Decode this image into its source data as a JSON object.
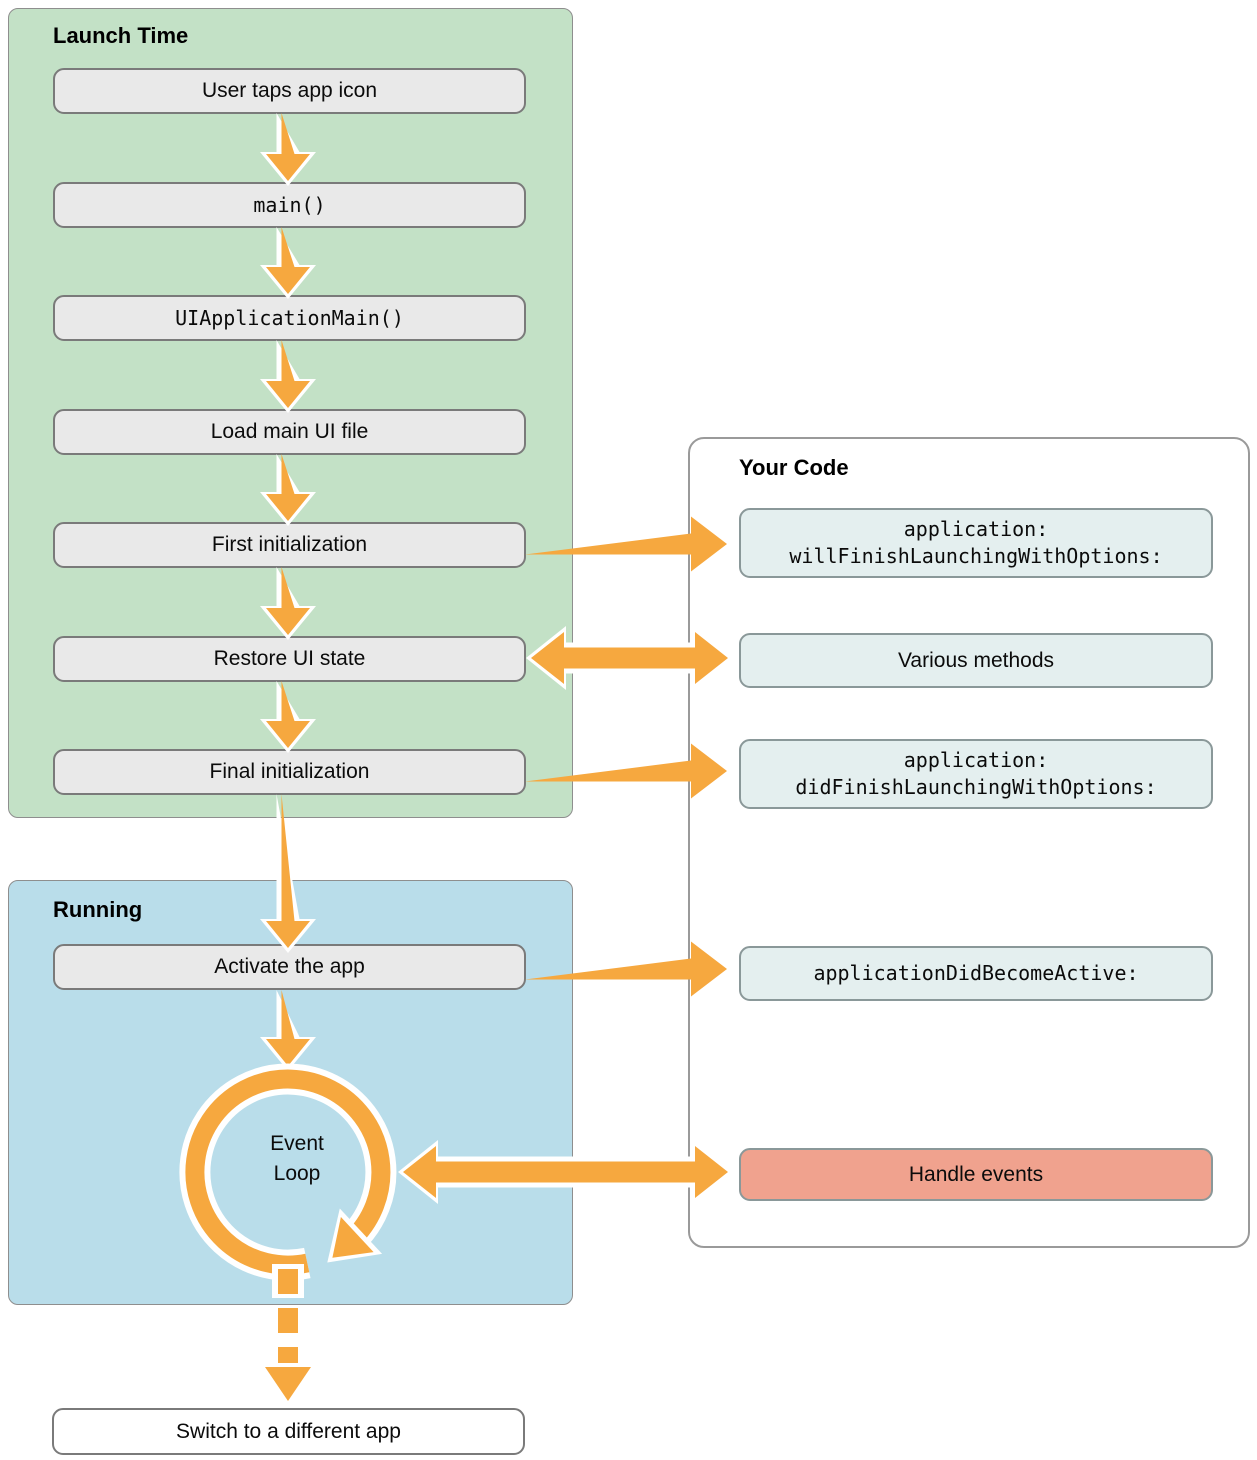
{
  "launch_time": {
    "title": "Launch Time",
    "steps": [
      {
        "label": "User taps app icon",
        "mono": false
      },
      {
        "label": "main()",
        "mono": true
      },
      {
        "label": "UIApplicationMain()",
        "mono": true
      },
      {
        "label": "Load main UI file",
        "mono": false
      },
      {
        "label": "First initialization",
        "mono": false
      },
      {
        "label": "Restore UI state",
        "mono": false
      },
      {
        "label": "Final initialization",
        "mono": false
      }
    ]
  },
  "running": {
    "title": "Running",
    "steps": [
      {
        "label": "Activate the app",
        "mono": false
      }
    ],
    "event_loop": {
      "line1": "Event",
      "line2": "Loop"
    }
  },
  "your_code": {
    "title": "Your Code",
    "methods": [
      {
        "lines": [
          "application:",
          "willFinishLaunchingWithOptions:"
        ],
        "mono": true,
        "style": "callback"
      },
      {
        "lines": [
          "Various methods"
        ],
        "mono": false,
        "style": "callback"
      },
      {
        "lines": [
          "application:",
          "didFinishLaunchingWithOptions:"
        ],
        "mono": true,
        "style": "callback"
      },
      {
        "lines": [
          "applicationDidBecomeActive:"
        ],
        "mono": true,
        "style": "callback"
      },
      {
        "lines": [
          "Handle events"
        ],
        "mono": false,
        "style": "highlight"
      }
    ]
  },
  "footer": {
    "label": "Switch to a different app"
  },
  "colors": {
    "launch_panel": "#c3e1c6",
    "running_panel": "#b9ddea",
    "step_box": "#e9e9e9",
    "method_box": "#e4efef",
    "highlight_box": "#f0a28e",
    "arrow": "#f6a83f",
    "panel_border": "#8e8e8e",
    "box_border": "#7a7a7a"
  }
}
